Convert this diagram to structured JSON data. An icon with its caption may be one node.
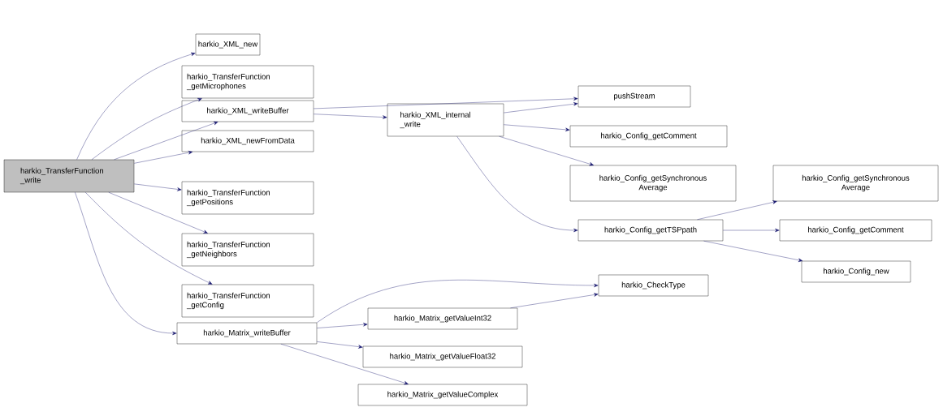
{
  "diagram": {
    "nodes": [
      {
        "text": [
          "harkio_TransferFunction _write"
        ]
      },
      {
        "text": [
          "harkio_XML_new"
        ]
      },
      {
        "text": [
          "harkio_TransferFunction _getMicrophones"
        ]
      },
      {
        "text": [
          "harkio_XML_writeBuffer"
        ]
      },
      {
        "text": [
          "harkio_XML_newFromData"
        ]
      },
      {
        "text": [
          "harkio_TransferFunction _getPositions"
        ]
      },
      {
        "text": [
          "harkio_TransferFunction _getNeighbors"
        ]
      },
      {
        "text": [
          "harkio_TransferFunction _getConfig"
        ]
      },
      {
        "text": [
          "harkio_Matrix_writeBuffer"
        ]
      },
      {
        "text": [
          "pushStream"
        ]
      },
      {
        "text": [
          "harkio_XML_internal _write"
        ]
      },
      {
        "text": [
          "harkio_Config_getComment"
        ]
      },
      {
        "text": [
          "harkio_Config_getSynchronous Average"
        ]
      },
      {
        "text": [
          "harkio_Config_getTSPpath"
        ]
      },
      {
        "text": [
          "harkio_Config_getSynchronous Average"
        ]
      },
      {
        "text": [
          "harkio_Config_getComment"
        ]
      },
      {
        "text": [
          "harkio_Config_new"
        ]
      },
      {
        "text": [
          "harkio_CheckType"
        ]
      },
      {
        "text": [
          "harkio_Matrix_getValueInt32"
        ]
      },
      {
        "text": [
          "harkio_Matrix_getValueFloat32"
        ]
      },
      {
        "text": [
          "harkio_Matrix_getValueComplex"
        ]
      }
    ],
    "edges": [
      {
        "from": 0,
        "to": 1,
        "arrow": "to"
      },
      {
        "from": 0,
        "to": 2,
        "arrow": "to"
      },
      {
        "from": 0,
        "to": 3,
        "arrow": "to"
      },
      {
        "from": 0,
        "to": 4,
        "arrow": "to"
      },
      {
        "from": 0,
        "to": 5,
        "arrow": "to"
      },
      {
        "from": 0,
        "to": 6,
        "arrow": "to"
      },
      {
        "from": 0,
        "to": 7,
        "arrow": "to"
      },
      {
        "from": 0,
        "to": 8,
        "arrow": "to"
      },
      {
        "from": 3,
        "to": 9,
        "arrow": "to"
      },
      {
        "from": 3,
        "to": 10,
        "arrow": "to"
      },
      {
        "from": 10,
        "to": 9,
        "arrow": "to"
      },
      {
        "from": 10,
        "to": 11,
        "arrow": "to"
      },
      {
        "from": 10,
        "to": 12,
        "arrow": "to"
      },
      {
        "from": 10,
        "to": 13,
        "arrow": "to"
      },
      {
        "from": 13,
        "to": 14,
        "arrow": "to"
      },
      {
        "from": 13,
        "to": 15,
        "arrow": "to"
      },
      {
        "from": 13,
        "to": 16,
        "arrow": "to"
      },
      {
        "from": 8,
        "to": 17,
        "arrow": "to"
      },
      {
        "from": 8,
        "to": 18,
        "arrow": "to"
      },
      {
        "from": 8,
        "to": 19,
        "arrow": "to"
      },
      {
        "from": 8,
        "to": 20,
        "arrow": "to"
      },
      {
        "from": 18,
        "to": 17,
        "arrow": "to"
      }
    ]
  }
}
